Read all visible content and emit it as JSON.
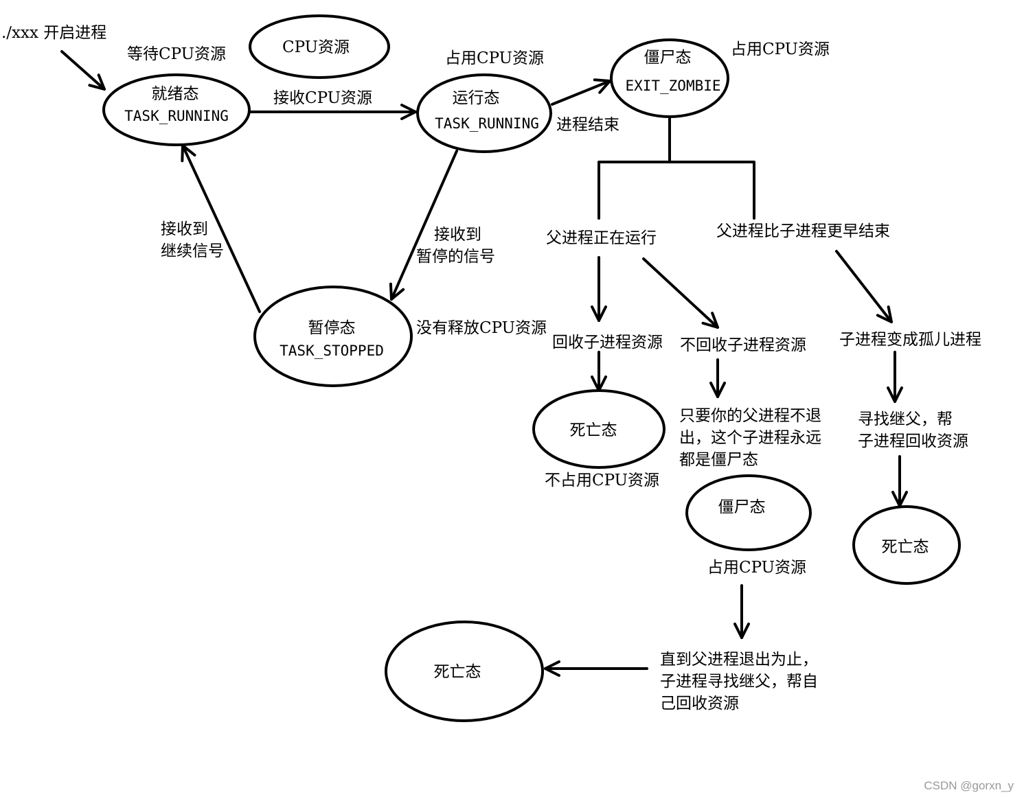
{
  "nodes": {
    "cpu_resource": {
      "label": "CPU资源"
    },
    "ready": {
      "label": "就绪态",
      "sub": "TASK_RUNNING"
    },
    "running": {
      "label": "运行态",
      "sub": "TASK_RUNNING"
    },
    "zombie": {
      "label": "僵尸态",
      "sub": "EXIT_ZOMBIE"
    },
    "stopped": {
      "label": "暂停态",
      "sub": "TASK_STOPPED"
    },
    "dead1": {
      "label": "死亡态"
    },
    "zombie2": {
      "label": "僵尸态"
    },
    "dead2": {
      "label": "死亡态"
    },
    "dead3": {
      "label": "死亡态"
    }
  },
  "labels": {
    "start": "./xxx 开启进程",
    "wait_cpu": "等待CPU资源",
    "occupy_cpu_running": "占用CPU资源",
    "occupy_cpu_zombie": "占用CPU资源",
    "receive_cpu": "接收CPU资源",
    "process_end": "进程结束",
    "continue_signal": [
      "接收到",
      "继续信号"
    ],
    "stop_signal": [
      "接收到",
      "暂停的信号"
    ],
    "no_release_cpu": "没有释放CPU资源",
    "parent_running": "父进程正在运行",
    "parent_exit_earlier": "父进程比子进程更早结束",
    "reclaim_child": "回收子进程资源",
    "not_reclaim_child": "不回收子进程资源",
    "orphan": "子进程变成孤儿进程",
    "forever_zombie": [
      "只要你的父进程不退",
      "出，这个子进程永远",
      "都是僵尸态"
    ],
    "find_stepfather": [
      "寻找继父，帮",
      "子进程回收资源"
    ],
    "not_occupy_cpu": "不占用CPU资源",
    "occupy_cpu_zombie2": "占用CPU资源",
    "until_parent_exit": [
      "直到父进程退出为止，",
      "子进程寻找继父，帮自",
      "己回收资源"
    ]
  },
  "watermark": "CSDN @gorxn_y"
}
